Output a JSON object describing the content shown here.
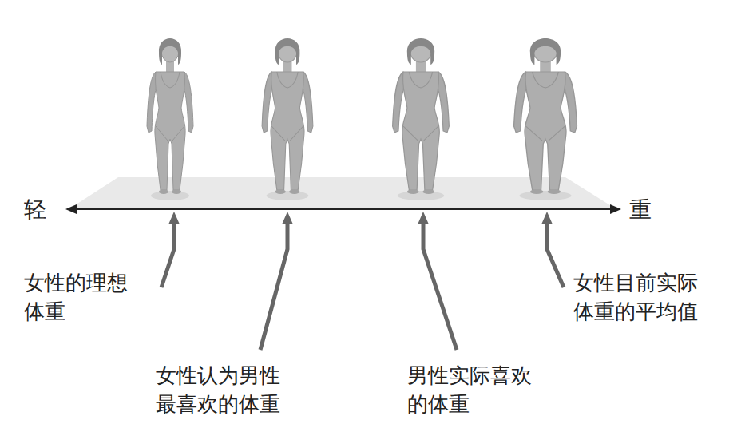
{
  "diagram": {
    "labels": [
      "轻",
      "重",
      "女性的理想 体重",
      "女性认为男性 最喜欢的体重",
      "男性实际喜欢 的体重",
      "女性目前实际 体重的平均值"
    ]
  }
}
